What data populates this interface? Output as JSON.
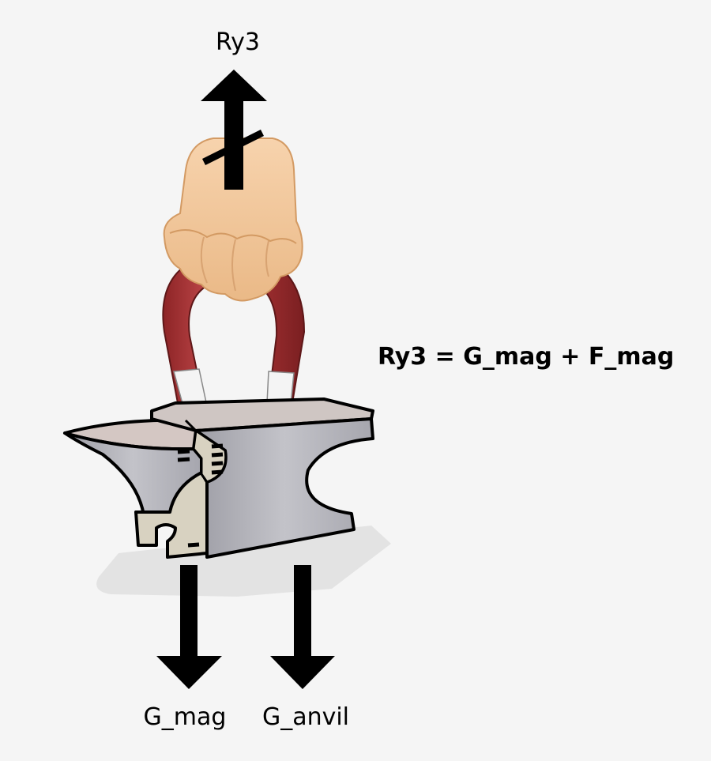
{
  "labels": {
    "top_force": "Ry3",
    "equation": "Ry3 = G_mag + F_mag",
    "bottom_left_force": "G_mag",
    "bottom_right_force": "G_anvil"
  },
  "colors": {
    "background": "#f5f5f5",
    "arrow": "#000000",
    "magnet_red": "#b5393b",
    "magnet_tip": "#ffffff",
    "skin": "#f3c89a",
    "anvil_gray": "#b9b9bf",
    "anvil_shadow": "#e3e3e3"
  }
}
